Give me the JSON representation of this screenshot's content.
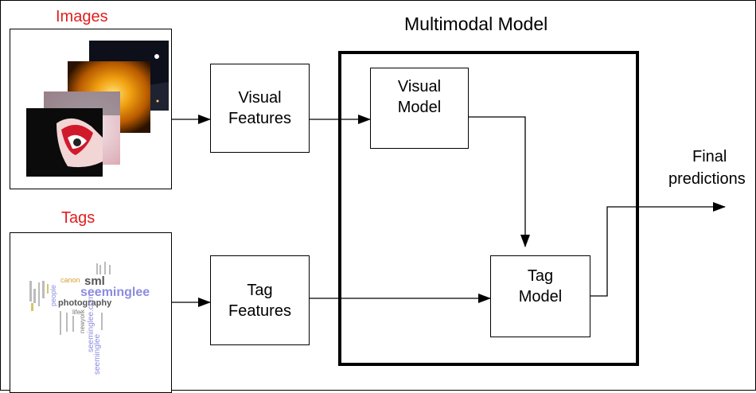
{
  "images_label": "Images",
  "tags_label": "Tags",
  "multimodal_title": "Multimodal Model",
  "visual_features": [
    "Visual",
    "Features"
  ],
  "tag_features": [
    "Tag",
    "Features"
  ],
  "visual_model": [
    "Visual",
    "Model"
  ],
  "tag_model": [
    "Tag",
    "Model"
  ],
  "final_predictions": [
    "Final",
    "predictions"
  ],
  "tag_cloud_words": [
    "sml",
    "seeminglee",
    "photography",
    "canon",
    "people",
    "life",
    "newyork",
    "seeminglee.com",
    "seeminglee"
  ],
  "colors": {
    "label_red": "#e01e1e",
    "tag_blue": "#8c8ce0",
    "tag_gray": "#888888"
  }
}
